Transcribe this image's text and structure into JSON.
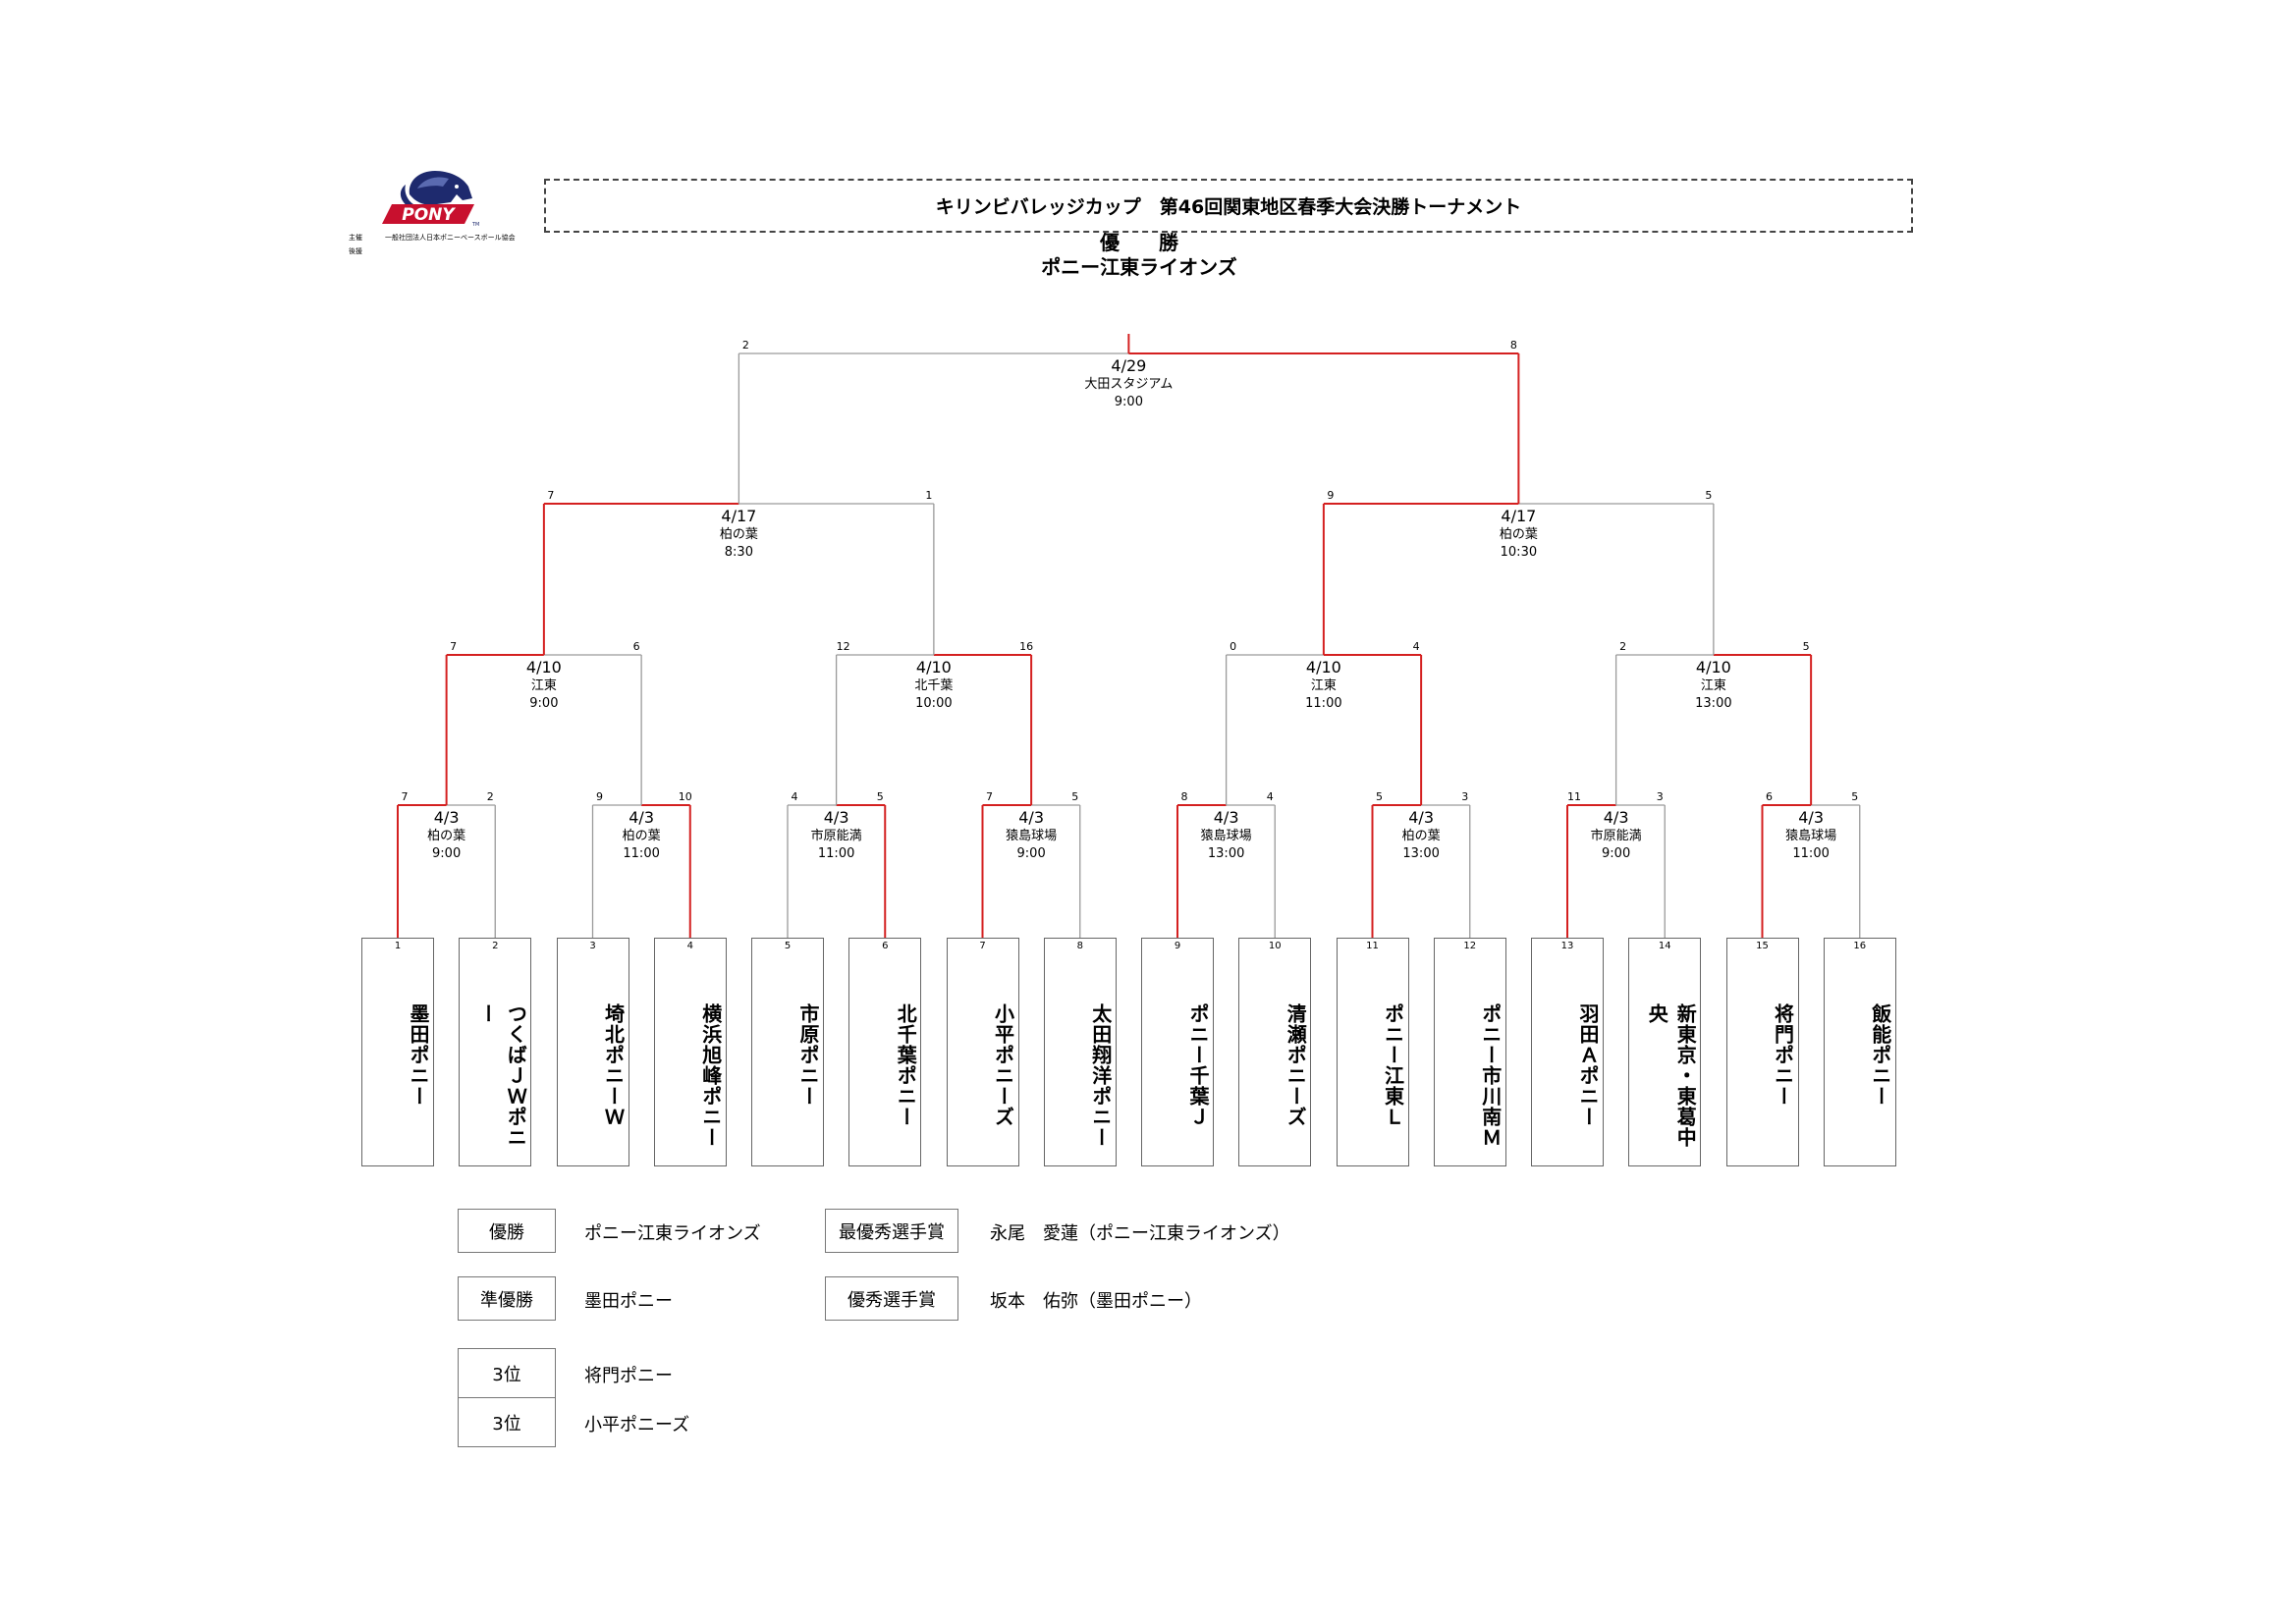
{
  "title": "キリンビバレッジカップ　第46回関東地区春季大会決勝トーナメント",
  "logo": {
    "text": "PONY",
    "tm": "TM"
  },
  "sponsor": {
    "label1": "主催",
    "value1": "一般社団法人日本ポニーベースボール協会",
    "label2": "後援"
  },
  "champion": {
    "heading": "優　　勝",
    "team": "ポニー江東ライオンズ"
  },
  "colors": {
    "winner_line": "#d42020",
    "loser_line": "#9a9a9a"
  },
  "teams": [
    {
      "num": "1",
      "name": "墨田ポニー"
    },
    {
      "num": "2",
      "name": "つくばＪＷポニー"
    },
    {
      "num": "3",
      "name": "埼北ポニーＷ"
    },
    {
      "num": "4",
      "name": "横浜旭峰ポニー"
    },
    {
      "num": "5",
      "name": "市原ポニー"
    },
    {
      "num": "6",
      "name": "北千葉ポニー"
    },
    {
      "num": "7",
      "name": "小平ポニーズ"
    },
    {
      "num": "8",
      "name": "太田翔洋ポニー"
    },
    {
      "num": "9",
      "name": "ポニー千葉Ｊ"
    },
    {
      "num": "10",
      "name": "清瀬ポニーズ"
    },
    {
      "num": "11",
      "name": "ポニー江東Ｌ"
    },
    {
      "num": "12",
      "name": "ポニー市川南Ｍ"
    },
    {
      "num": "13",
      "name": "羽田Ａポニー"
    },
    {
      "num": "14",
      "name": "新東京・東葛中央"
    },
    {
      "num": "15",
      "name": "将門ポニー"
    },
    {
      "num": "16",
      "name": "飯能ポニー"
    }
  ],
  "rounds": [
    [
      {
        "date": "4/3",
        "venue": "柏の葉",
        "time": "9:00",
        "score_left": "7",
        "score_right": "2",
        "winner": "left"
      },
      {
        "date": "4/3",
        "venue": "柏の葉",
        "time": "11:00",
        "score_left": "9",
        "score_right": "10",
        "winner": "right"
      },
      {
        "date": "4/3",
        "venue": "市原能満",
        "time": "11:00",
        "score_left": "4",
        "score_right": "5",
        "winner": "right"
      },
      {
        "date": "4/3",
        "venue": "猿島球場",
        "time": "9:00",
        "score_left": "7",
        "score_right": "5",
        "winner": "left"
      },
      {
        "date": "4/3",
        "venue": "猿島球場",
        "time": "13:00",
        "score_left": "8",
        "score_right": "4",
        "winner": "left"
      },
      {
        "date": "4/3",
        "venue": "柏の葉",
        "time": "13:00",
        "score_left": "5",
        "score_right": "3",
        "winner": "left"
      },
      {
        "date": "4/3",
        "venue": "市原能満",
        "time": "9:00",
        "score_left": "11",
        "score_right": "3",
        "winner": "left"
      },
      {
        "date": "4/3",
        "venue": "猿島球場",
        "time": "11:00",
        "score_left": "6",
        "score_right": "5",
        "winner": "left"
      }
    ],
    [
      {
        "date": "4/10",
        "venue": "江東",
        "time": "9:00",
        "score_left": "7",
        "score_right": "6",
        "winner": "left"
      },
      {
        "date": "4/10",
        "venue": "北千葉",
        "time": "10:00",
        "score_left": "12",
        "score_right": "16",
        "winner": "right"
      },
      {
        "date": "4/10",
        "venue": "江東",
        "time": "11:00",
        "score_left": "0",
        "score_right": "4",
        "winner": "right"
      },
      {
        "date": "4/10",
        "venue": "江東",
        "time": "13:00",
        "score_left": "2",
        "score_right": "5",
        "winner": "right"
      }
    ],
    [
      {
        "date": "4/17",
        "venue": "柏の葉",
        "time": "8:30",
        "score_left": "7",
        "score_right": "1",
        "winner": "left"
      },
      {
        "date": "4/17",
        "venue": "柏の葉",
        "time": "10:30",
        "score_left": "9",
        "score_right": "5",
        "winner": "left"
      }
    ],
    [
      {
        "date": "4/29",
        "venue": "大田スタジアム",
        "time": "9:00",
        "score_left": "2",
        "score_right": "8",
        "winner": "right"
      }
    ]
  ],
  "results": {
    "champion_label": "優勝",
    "champion_value": "ポニー江東ライオンズ",
    "runner_up_label": "準優勝",
    "runner_up_value": "墨田ポニー",
    "third_label_1": "3位",
    "third_value_1": "将門ポニー",
    "third_label_2": "3位",
    "third_value_2": "小平ポニーズ",
    "mvp_label": "最優秀選手賞",
    "mvp_value": "永尾　愛蓮（ポニー江東ライオンズ）",
    "outstanding_label": "優秀選手賞",
    "outstanding_value": "坂本　佑弥（墨田ポニー）"
  }
}
